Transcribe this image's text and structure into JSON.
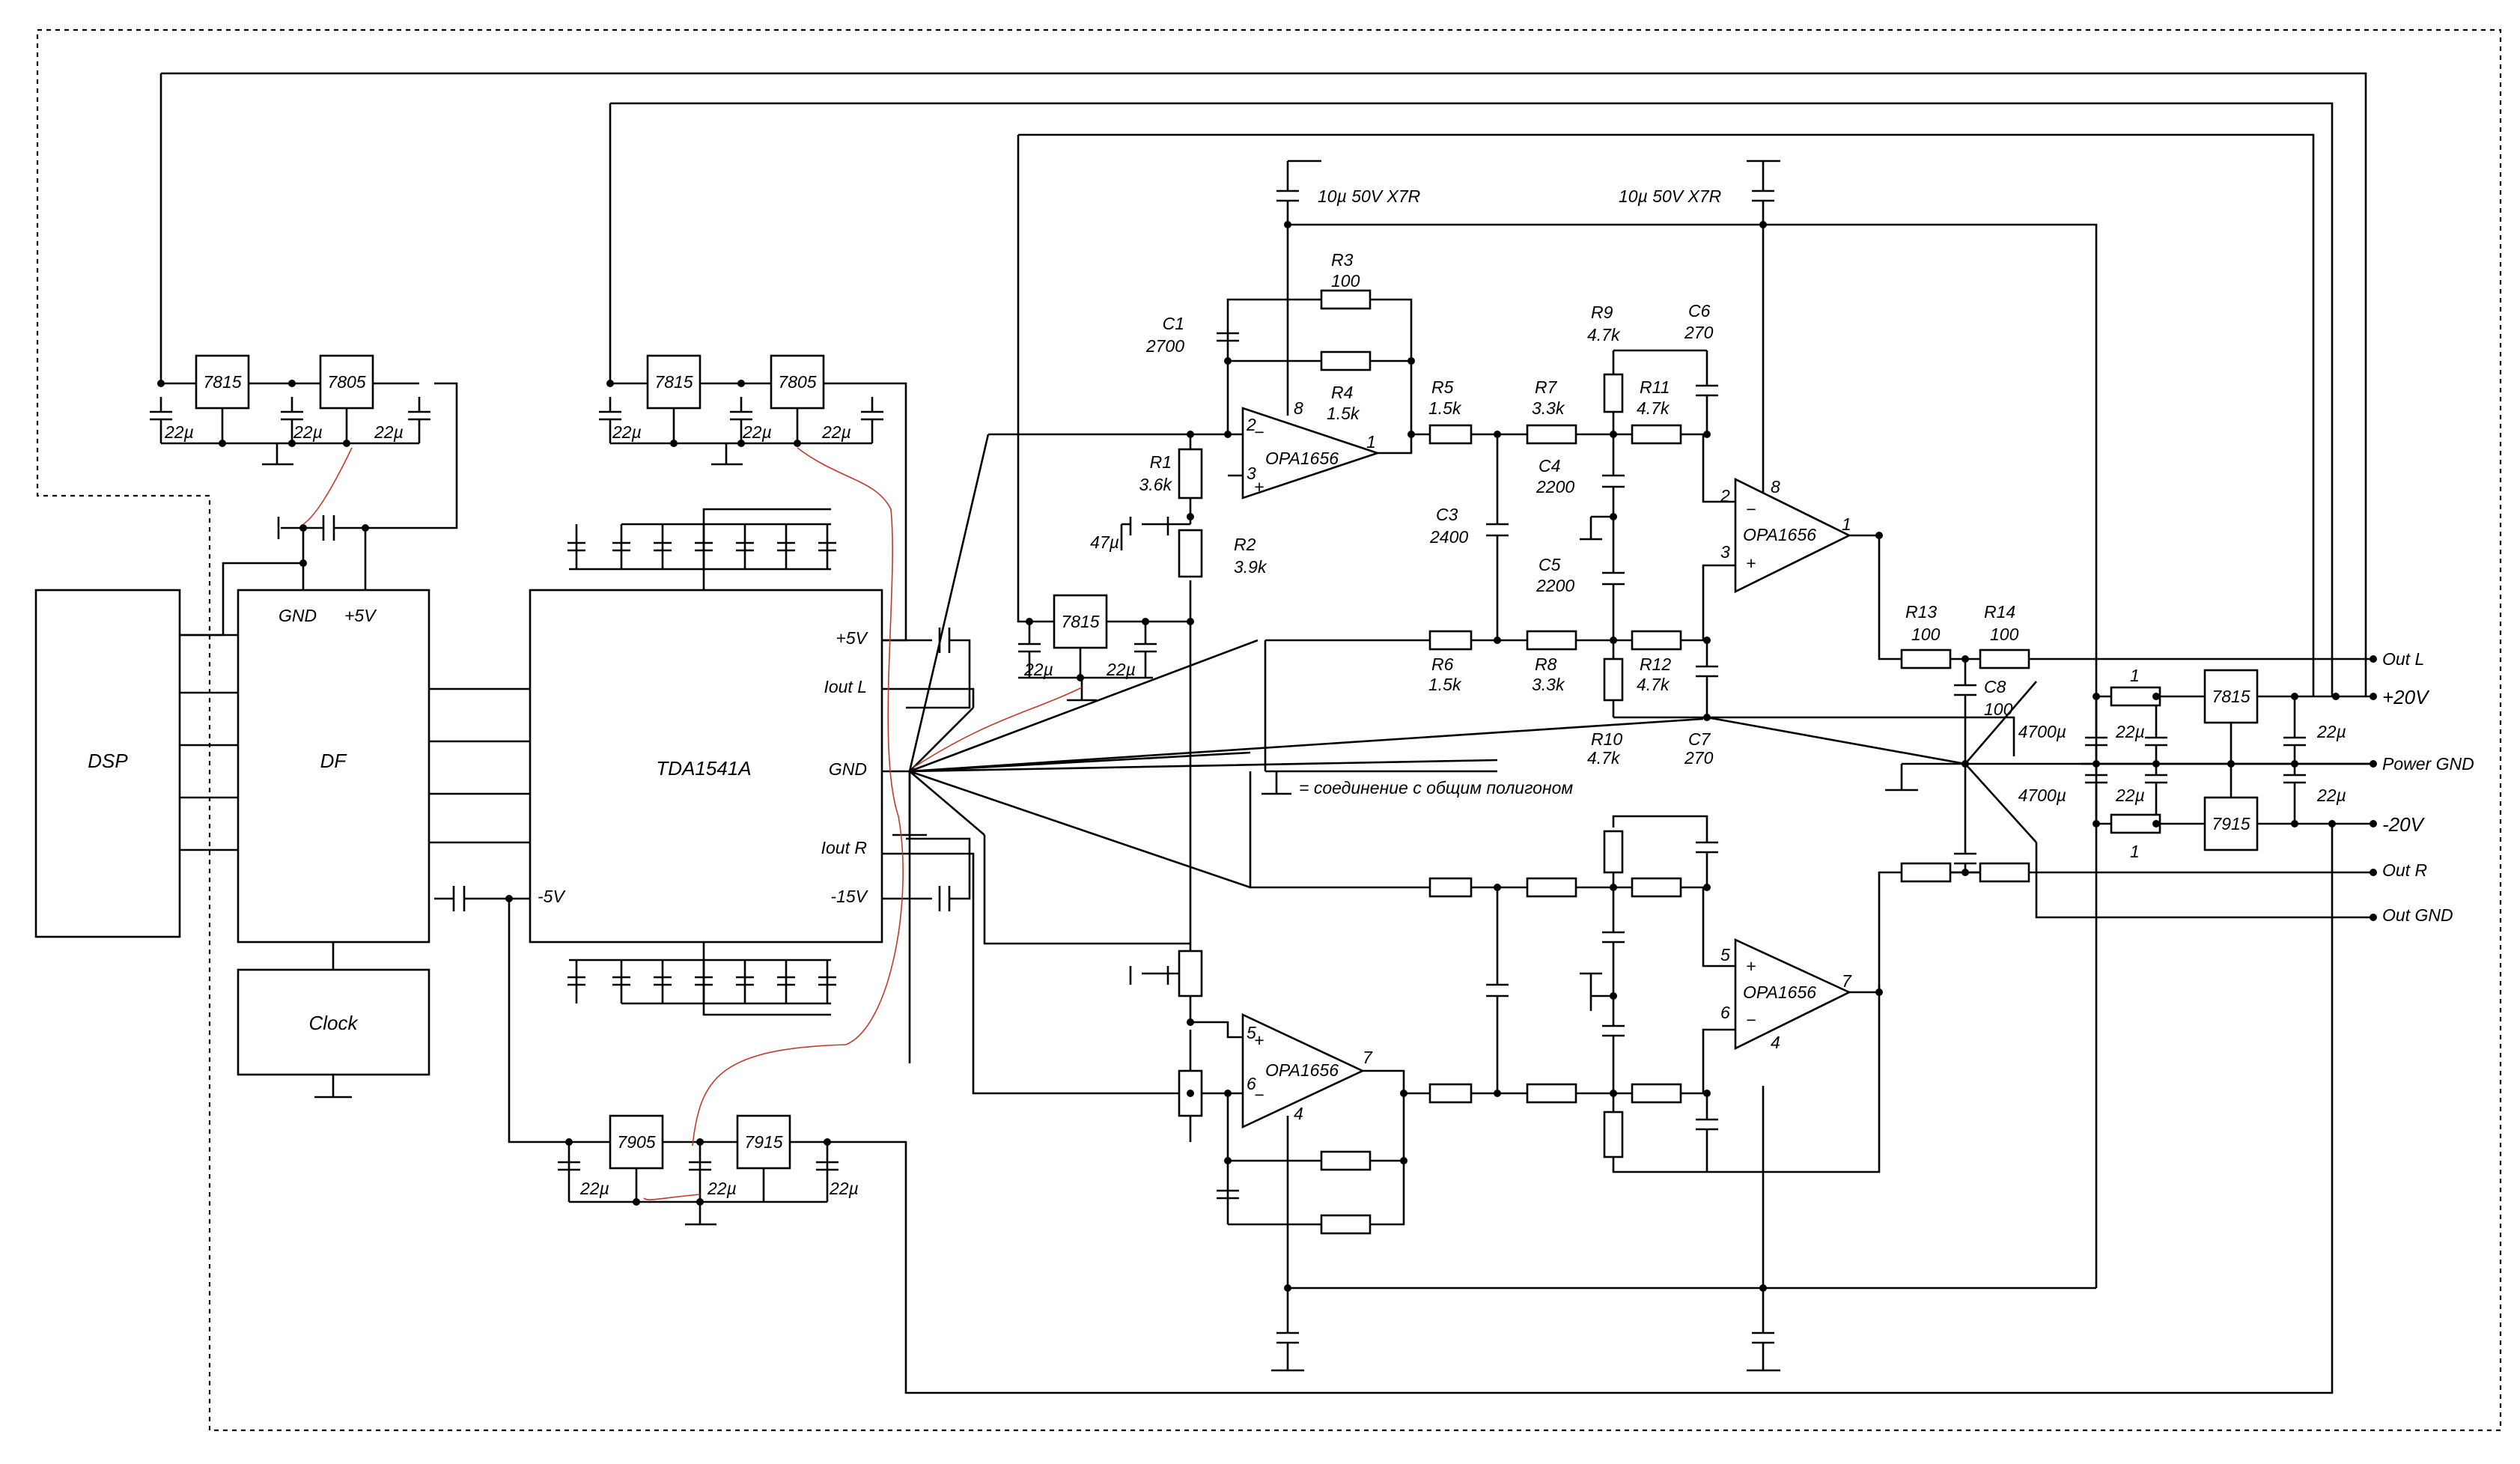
{
  "blocks": {
    "dsp": "DSP",
    "df": "DF",
    "clock": "Clock",
    "dac": "TDA1541A",
    "df_gnd": "GND",
    "df_5v": "+5V",
    "dac_5v": "+5V",
    "dac_ioutl": "Iout L",
    "dac_gnd": "GND",
    "dac_ioutr": "Iout R",
    "dac_m5v": "-5V",
    "dac_m15v": "-15V"
  },
  "regulators": {
    "r7815a": "7815",
    "r7805a": "7805",
    "r7815b": "7815",
    "r7805b": "7805",
    "r7815c": "7815",
    "r7905": "7905",
    "r7915a": "7915",
    "r7815d": "7815",
    "r7915b": "7915"
  },
  "cap22": "22µ",
  "cap47": "47µ",
  "cap4700": "4700µ",
  "opamps": {
    "top1": "OPA1656",
    "top2": "OPA1656",
    "bot1": "OPA1656",
    "bot2": "OPA1656",
    "pins": {
      "p1": "1",
      "p2": "2",
      "p3": "3",
      "p4": "4",
      "p5": "5",
      "p6": "6",
      "p7": "7",
      "p8": "8"
    }
  },
  "components": {
    "c1_name": "C1",
    "c1_val": "2700",
    "r3_name": "R3",
    "r3_val": "100",
    "r4_name": "R4",
    "r4_val": "1.5k",
    "r1_name": "R1",
    "r1_val": "3.6k",
    "r2_name": "R2",
    "r2_val": "3.9k",
    "r5_name": "R5",
    "r5_val": "1.5k",
    "r6_name": "R6",
    "r6_val": "1.5k",
    "r7_name": "R7",
    "r7_val": "3.3k",
    "r8_name": "R8",
    "r8_val": "3.3k",
    "c3_name": "C3",
    "c3_val": "2400",
    "c4_name": "C4",
    "c4_val": "2200",
    "c5_name": "C5",
    "c5_val": "2200",
    "r9_name": "R9",
    "r9_val": "4.7k",
    "r10_name": "R10",
    "r10_val": "4.7k",
    "c6_name": "C6",
    "c6_val": "270",
    "c7_name": "C7",
    "c7_val": "270",
    "r11_name": "R11",
    "r11_val": "4.7k",
    "r12_name": "R12",
    "r12_val": "4.7k",
    "r13_name": "R13",
    "r13_val": "100",
    "r14_name": "R14",
    "r14_val": "100",
    "c8_name": "C8",
    "c8_val": "100",
    "r_one_a": "1",
    "r_one_b": "1",
    "decoup_left": "10µ 50V X7R",
    "decoup_right": "10µ 50V X7R"
  },
  "legend": "= соединение с общим полигоном",
  "outputs": {
    "out_l": "Out L",
    "p20": "+20V",
    "pgnd": "Power GND",
    "m20": "-20V",
    "out_r": "Out R",
    "out_gnd": "Out GND"
  }
}
